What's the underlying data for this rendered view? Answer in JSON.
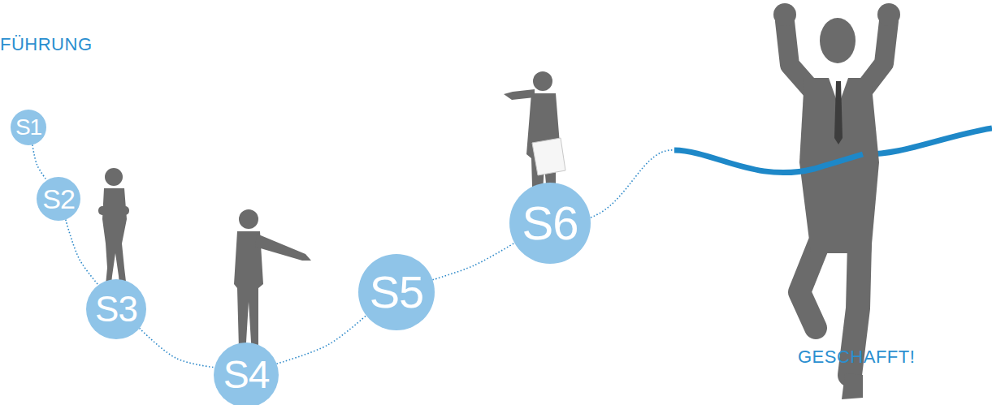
{
  "diagram": {
    "nodes": [
      {
        "text": [
          "S1"
        ]
      },
      {
        "text": [
          "S2"
        ]
      },
      {
        "text": [
          "S3"
        ]
      },
      {
        "text": [
          "S4"
        ]
      },
      {
        "text": [
          "S5"
        ]
      },
      {
        "text": [
          "S6"
        ]
      }
    ],
    "edges": [
      {
        "from": 0,
        "to": 1,
        "arrow": "none"
      },
      {
        "from": 1,
        "to": 2,
        "arrow": "none"
      },
      {
        "from": 2,
        "to": 3,
        "arrow": "none"
      },
      {
        "from": 3,
        "to": 4,
        "arrow": "none"
      },
      {
        "from": 4,
        "to": 5,
        "arrow": "none"
      }
    ],
    "labels": [
      "FÜHRUNG",
      "GESCHAFFT!"
    ]
  }
}
